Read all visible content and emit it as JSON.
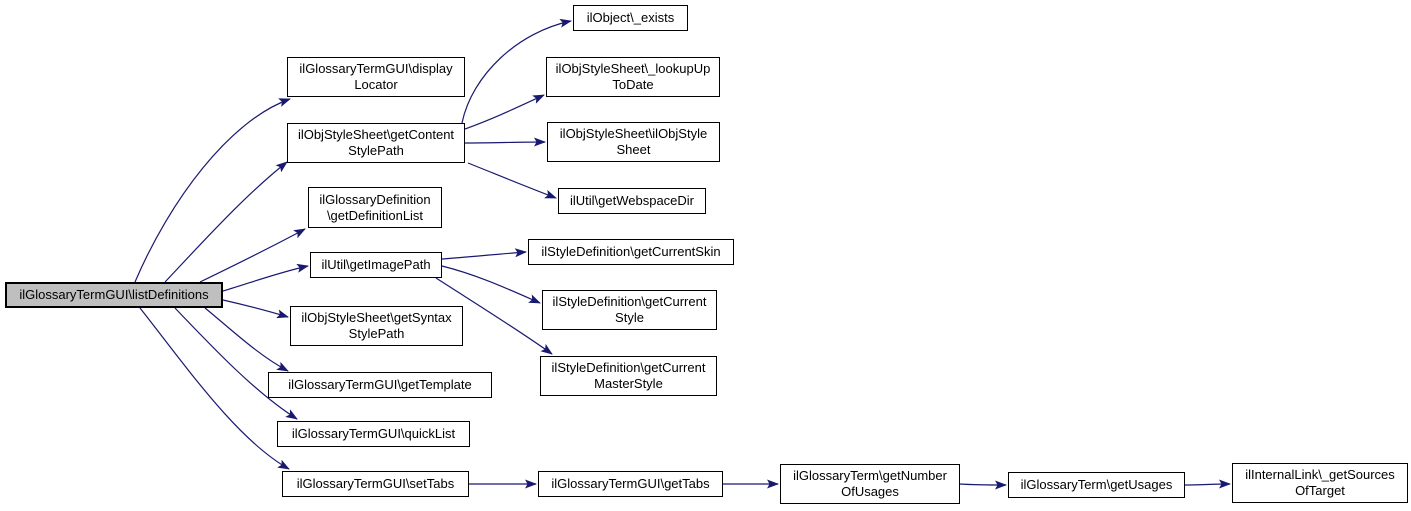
{
  "diagram": {
    "type": "call-graph",
    "edge_color": "#191970",
    "node_border_color": "#000000",
    "node_fill_color": "#ffffff",
    "focus_fill_color": "#bfbfbf",
    "focus_node": "listDefinitions",
    "nodes": [
      {
        "id": "listDefinitions",
        "label": "ilGlossaryTermGUI\\listDefinitions",
        "lines": [
          "ilGlossaryTermGUI\\listDefinitions"
        ],
        "focus": true
      },
      {
        "id": "displayLocator",
        "label": "ilGlossaryTermGUI\\displayLocator",
        "lines": [
          "ilGlossaryTermGUI\\display",
          "Locator"
        ],
        "focus": false
      },
      {
        "id": "getContentStylePath",
        "label": "ilObjStyleSheet\\getContentStylePath",
        "lines": [
          "ilObjStyleSheet\\getContent",
          "StylePath"
        ],
        "focus": false
      },
      {
        "id": "objectExists",
        "label": "ilObject\\_exists",
        "lines": [
          "ilObject\\_exists"
        ],
        "focus": false
      },
      {
        "id": "lookupUpToDate",
        "label": "ilObjStyleSheet\\_lookupUpToDate",
        "lines": [
          "ilObjStyleSheet\\_lookupUp",
          "ToDate"
        ],
        "focus": false
      },
      {
        "id": "objStyleSheetCtor",
        "label": "ilObjStyleSheet\\ilObjStyleSheet",
        "lines": [
          "ilObjStyleSheet\\ilObjStyle",
          "Sheet"
        ],
        "focus": false
      },
      {
        "id": "getWebspaceDir",
        "label": "ilUtil\\getWebspaceDir",
        "lines": [
          "ilUtil\\getWebspaceDir"
        ],
        "focus": false
      },
      {
        "id": "getDefinitionList",
        "label": "ilGlossaryDefinition\\getDefinitionList",
        "lines": [
          "ilGlossaryDefinition",
          "\\getDefinitionList"
        ],
        "focus": false
      },
      {
        "id": "getImagePath",
        "label": "ilUtil\\getImagePath",
        "lines": [
          "ilUtil\\getImagePath"
        ],
        "focus": false
      },
      {
        "id": "getCurrentSkin",
        "label": "ilStyleDefinition\\getCurrentSkin",
        "lines": [
          "ilStyleDefinition\\getCurrentSkin"
        ],
        "focus": false
      },
      {
        "id": "getCurrentStyle",
        "label": "ilStyleDefinition\\getCurrentStyle",
        "lines": [
          "ilStyleDefinition\\getCurrent",
          "Style"
        ],
        "focus": false
      },
      {
        "id": "getCurrentMasterStyle",
        "label": "ilStyleDefinition\\getCurrentMasterStyle",
        "lines": [
          "ilStyleDefinition\\getCurrent",
          "MasterStyle"
        ],
        "focus": false
      },
      {
        "id": "getSyntaxStylePath",
        "label": "ilObjStyleSheet\\getSyntaxStylePath",
        "lines": [
          "ilObjStyleSheet\\getSyntax",
          "StylePath"
        ],
        "focus": false
      },
      {
        "id": "getTemplate",
        "label": "ilGlossaryTermGUI\\getTemplate",
        "lines": [
          "ilGlossaryTermGUI\\getTemplate"
        ],
        "focus": false
      },
      {
        "id": "quickList",
        "label": "ilGlossaryTermGUI\\quickList",
        "lines": [
          "ilGlossaryTermGUI\\quickList"
        ],
        "focus": false
      },
      {
        "id": "setTabs",
        "label": "ilGlossaryTermGUI\\setTabs",
        "lines": [
          "ilGlossaryTermGUI\\setTabs"
        ],
        "focus": false
      },
      {
        "id": "getTabs",
        "label": "ilGlossaryTermGUI\\getTabs",
        "lines": [
          "ilGlossaryTermGUI\\getTabs"
        ],
        "focus": false
      },
      {
        "id": "getNumberOfUsages",
        "label": "ilGlossaryTerm\\getNumberOfUsages",
        "lines": [
          "ilGlossaryTerm\\getNumber",
          "OfUsages"
        ],
        "focus": false
      },
      {
        "id": "getUsages",
        "label": "ilGlossaryTerm\\getUsages",
        "lines": [
          "ilGlossaryTerm\\getUsages"
        ],
        "focus": false
      },
      {
        "id": "getSourcesOfTarget",
        "label": "ilInternalLink\\_getSourcesOfTarget",
        "lines": [
          "ilInternalLink\\_getSources",
          "OfTarget"
        ],
        "focus": false
      }
    ],
    "edges": [
      {
        "from": "listDefinitions",
        "to": "displayLocator"
      },
      {
        "from": "listDefinitions",
        "to": "getContentStylePath"
      },
      {
        "from": "listDefinitions",
        "to": "getDefinitionList"
      },
      {
        "from": "listDefinitions",
        "to": "getImagePath"
      },
      {
        "from": "listDefinitions",
        "to": "getSyntaxStylePath"
      },
      {
        "from": "listDefinitions",
        "to": "getTemplate"
      },
      {
        "from": "listDefinitions",
        "to": "quickList"
      },
      {
        "from": "listDefinitions",
        "to": "setTabs"
      },
      {
        "from": "getContentStylePath",
        "to": "objectExists"
      },
      {
        "from": "getContentStylePath",
        "to": "lookupUpToDate"
      },
      {
        "from": "getContentStylePath",
        "to": "objStyleSheetCtor"
      },
      {
        "from": "getContentStylePath",
        "to": "getWebspaceDir"
      },
      {
        "from": "getImagePath",
        "to": "getCurrentSkin"
      },
      {
        "from": "getImagePath",
        "to": "getCurrentStyle"
      },
      {
        "from": "getImagePath",
        "to": "getCurrentMasterStyle"
      },
      {
        "from": "setTabs",
        "to": "getTabs"
      },
      {
        "from": "getTabs",
        "to": "getNumberOfUsages"
      },
      {
        "from": "getNumberOfUsages",
        "to": "getUsages"
      },
      {
        "from": "getUsages",
        "to": "getSourcesOfTarget"
      }
    ]
  }
}
